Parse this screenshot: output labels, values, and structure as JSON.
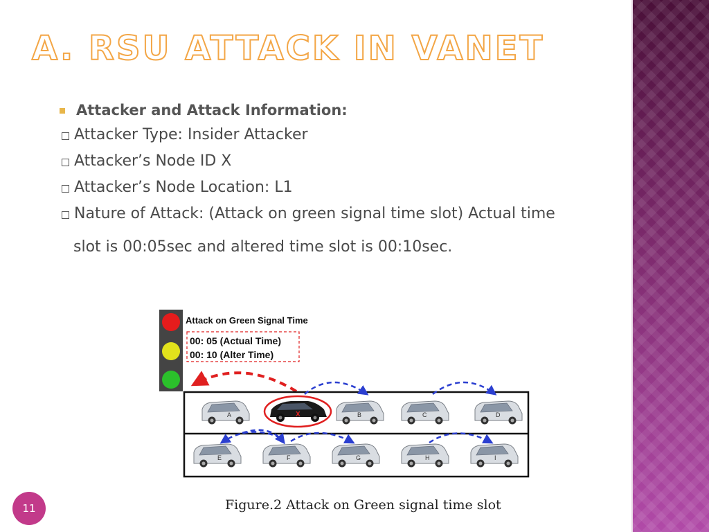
{
  "slide": {
    "title": "A. RSU ATTACK IN VANET",
    "page_number": "11"
  },
  "bullets": {
    "heading": "Attacker and Attack Information:",
    "items": [
      "Attacker Type: Insider Attacker",
      "Attacker’s Node ID X",
      "Attacker’s Node Location: L1",
      "Nature of Attack: (Attack on green signal time slot) Actual time"
    ],
    "continuation": "slot is 00:05sec and altered time slot is 00:10sec."
  },
  "figure": {
    "header": "Attack on Green Signal Time",
    "actual_time": "00: 05 (Actual Time)",
    "alter_time": "00: 10 (Alter Time)",
    "attacker_label": "X",
    "lane1_labels": [
      "A",
      "B",
      "C",
      "D"
    ],
    "lane2_labels": [
      "E",
      "F",
      "G",
      "H",
      "I"
    ],
    "caption": "Figure.2 Attack on Green signal time slot",
    "colors": {
      "attack_arrow": "#e02020",
      "comm_arrow": "#2b3fd0",
      "red_light": "#e51c1c",
      "yellow_light": "#e2e21c",
      "green_light": "#2bc02b"
    }
  },
  "theme": {
    "accent": "#f3a646",
    "sidebar": "#7c2a6c",
    "badge": "#c23a8a"
  }
}
